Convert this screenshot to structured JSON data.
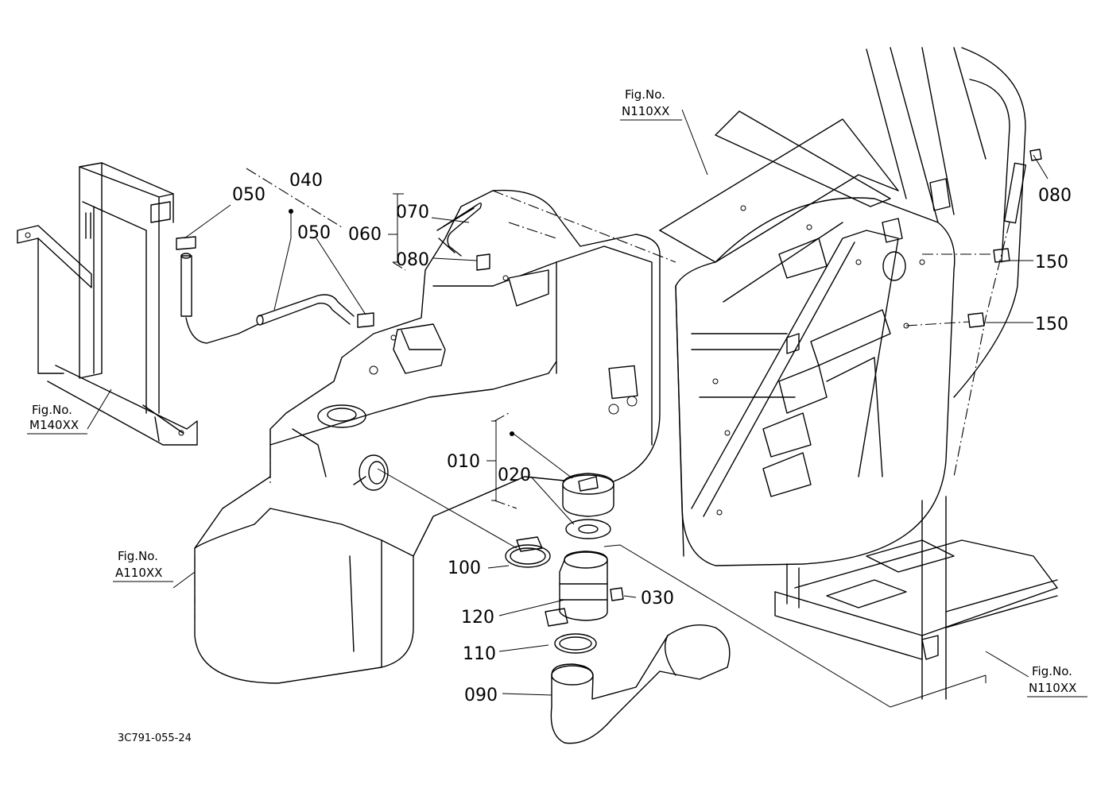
{
  "callouts": {
    "c010": "010",
    "c020": "020",
    "c030": "030",
    "c040": "040",
    "c050a": "050",
    "c050b": "050",
    "c060": "060",
    "c070": "070",
    "c080a": "080",
    "c080b": "080",
    "c090": "090",
    "c100": "100",
    "c110": "110",
    "c120": "120",
    "c150a": "150",
    "c150b": "150"
  },
  "figure_refs": {
    "top": {
      "label": "Fig.No.",
      "code": "N110XX"
    },
    "left": {
      "label": "Fig.No.",
      "code": "M140XX"
    },
    "tank": {
      "label": "Fig.No.",
      "code": "A110XX"
    },
    "bottom_right": {
      "label": "Fig.No.",
      "code": "N110XX"
    }
  },
  "drawing_code": "3C791-055-24"
}
